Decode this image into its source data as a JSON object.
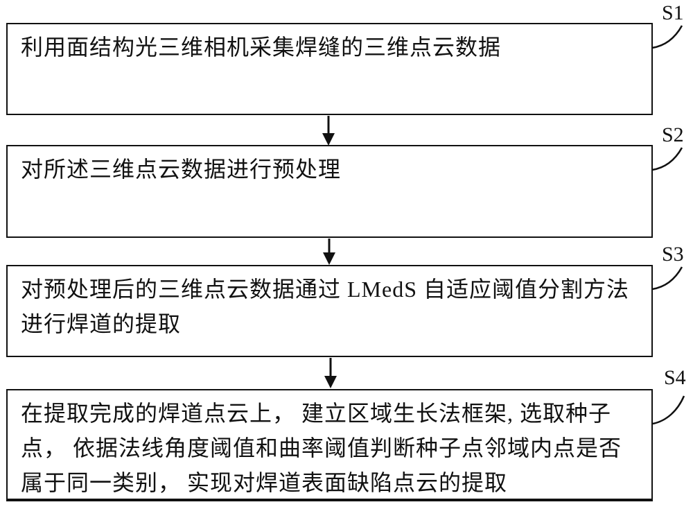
{
  "figure": {
    "background": "#ffffff",
    "line_color": "#111111",
    "steps": [
      {
        "label": "S1",
        "text": "利用面结构光三维相机采集焊缝的三维点云数据"
      },
      {
        "label": "S2",
        "text": "对所述三维点云数据进行预处理"
      },
      {
        "label": "S3",
        "text": "对预处理后的三维点云数据通过 LMedS 自适应阈值分割方法\n进行焊道的提取"
      },
      {
        "label": "S4",
        "text": "在提取完成的焊道点云上， 建立区域生长法框架, 选取种子\n点， 依据法线角度阈值和曲率阈值判断种子点邻域内点是否\n属于同一类别， 实现对焊道表面缺陷点云的提取"
      }
    ]
  }
}
